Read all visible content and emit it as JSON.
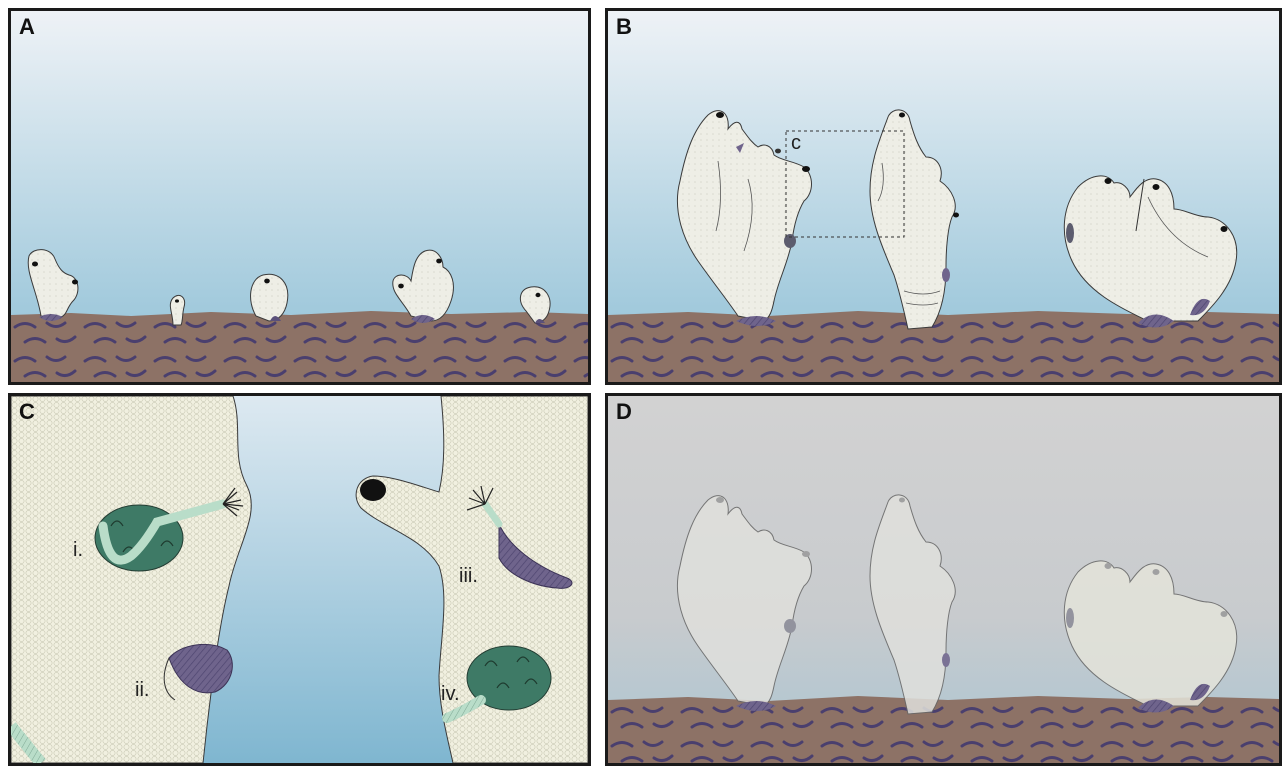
{
  "panels": {
    "a": {
      "label": "A"
    },
    "b": {
      "label": "B",
      "inset_label": "c"
    },
    "c": {
      "label": "C",
      "callouts": [
        "i.",
        "ii.",
        "iii.",
        "iv."
      ]
    },
    "d": {
      "label": "D"
    }
  },
  "colors": {
    "water_top": "#eef2f6",
    "water_bottom": "#8fc0d6",
    "sediment": "#8d7266",
    "sediment_marks": "#4a3f6e",
    "sponge_fill": "#eeeee4",
    "sponge_outline": "#3a3a3a",
    "bivalve": "#6f648c",
    "worm_tube": "#b9ddc9",
    "faded_water_top": "#d2d2d2",
    "faded_water_bottom": "#bcc6cc"
  }
}
